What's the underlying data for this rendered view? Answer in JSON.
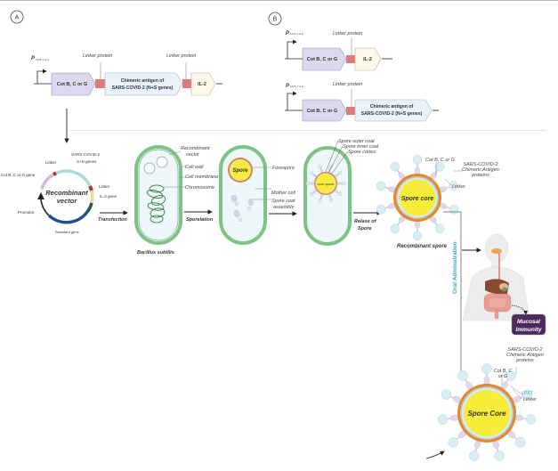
{
  "panels": {
    "A": {
      "label": "A",
      "promoter": "P",
      "promoter_sub": "Cot B, C or G",
      "linker1": "Linker protein",
      "linker2": "Linker protein",
      "gene1": "Cot B, C or G",
      "antigen_line1": "Chimeric antigen of",
      "antigen_line2": "SARS-COVID-2 (N+S genes)",
      "gene3": "IL-2"
    },
    "B": {
      "label": "B",
      "construct1": {
        "promoter": "P",
        "promoter_sub": "Cot B, C or G",
        "linker": "Linker protein",
        "gene1": "Cot B, C or G",
        "gene2": "IL-2"
      },
      "construct2": {
        "promoter": "P",
        "promoter_sub": "Cot B, C or G",
        "linker": "Linker protein",
        "gene1": "Cot B, C or G",
        "antigen_line1": "Chimeric antigen of",
        "antigen_line2": "SARS-COVID-2 (N+S genes)"
      }
    }
  },
  "vector": {
    "title_line1": "Recombinant",
    "title_line2": "vector",
    "labels": {
      "sars_line1": "SARS-COVID-2",
      "sars_line2": "S+N genes",
      "linker_top": "Linker",
      "cot_gene": "Cot B ,C or G gene",
      "linker_right": "Linker",
      "il2": "IL-2 gene",
      "promoter": "Promotor",
      "resistant": "Resistant gene"
    }
  },
  "steps": {
    "transfection": "Transfection",
    "sporulation": "Sporelation",
    "release_line1": "Relase of",
    "release_line2": "Spore"
  },
  "cell1": {
    "caption": "Bacillus subtilis",
    "labels": {
      "recombinant_line1": "Recombinant",
      "recombinant_line2": "vector",
      "cell_wall": "Cell wall",
      "cell_membrane": "Cell membrane",
      "chromosome": "Chromosome"
    }
  },
  "cell2": {
    "spore": "Spore",
    "labels": {
      "forespore": "Forespore",
      "mother_cell": "Mother cell",
      "coat_line1": "Spore coat",
      "coat_line2": "assembly"
    }
  },
  "cell3": {
    "core": "core spore",
    "labels": {
      "outer": "Spore outer coat",
      "inner": "Spore inner coat",
      "cortex": "Spore cortex"
    }
  },
  "recombinant_spore": {
    "core": "Spore core",
    "caption": "Recombinant spore",
    "labels": {
      "cot": "Cot B, C or G",
      "sars_line1": "SARS-COVID-2",
      "sars_line2": "Chimeric Antigen",
      "sars_line3": "proteins",
      "linker": "Linker"
    }
  },
  "administration": {
    "label": "Oral Adminstration",
    "immunity_line1": "Mucosal",
    "immunity_line2": "Immunity"
  },
  "spore2": {
    "core": "Spore Core",
    "labels": {
      "sars_line1": "SARS-COVID-2",
      "sars_line2": "Chimeric Antigen",
      "sars_line3": "proteins",
      "cot_line1": "Cot B, C",
      "cot_line2": "or G",
      "lpxt": "LPXT",
      "linker": "Linker"
    }
  },
  "colors": {
    "cot_fill": "#dcd8ee",
    "antigen_fill": "#eaf2fb",
    "il2_fill": "#fdf9ea",
    "linker": "#e07a7a",
    "cell_green": "#7dc383",
    "spore_yellow": "#f7ec3a",
    "spore_orange": "#e8862a",
    "teal_label": "#3aa7b0",
    "immunity_bg": "#4b2a5e",
    "lpxt": "#3aa7c9"
  }
}
